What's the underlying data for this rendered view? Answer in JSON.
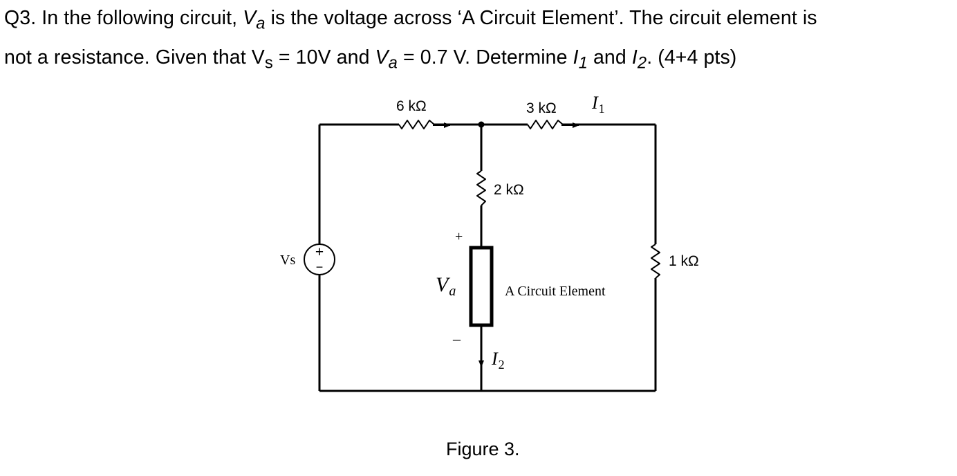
{
  "question": {
    "line1_a": "Q3. In the following circuit, ",
    "line1_va_main": "V",
    "line1_va_sub": "a",
    "line1_b": " is the voltage across ‘A Circuit Element’. The circuit element is",
    "line2_a": "not a resistance. Given that V",
    "line2_vs_sub": "s",
    "line2_b": " = 10V and ",
    "line2_va_main": "V",
    "line2_va_sub": "a",
    "line2_c": " = 0.7 V. Determine ",
    "line2_i1_main": "I",
    "line2_i1_sub": "1",
    "line2_d": " and ",
    "line2_i2_main": "I",
    "line2_i2_sub": "2",
    "line2_e": ". (4+4 pts)"
  },
  "circuit": {
    "r1_label": "6 kΩ",
    "r2_label": "3 kΩ",
    "r3_label": "2 kΩ",
    "r4_label": "1 kΩ",
    "i1_main": "I",
    "i1_sub": "1",
    "i2_main": "I",
    "i2_sub": "2",
    "source_label": "Vs",
    "source_plus": "+",
    "source_minus": "−",
    "va_main": "V",
    "va_sub": "a",
    "va_plus": "+",
    "va_minus": "–",
    "element_label": "A Circuit Element"
  },
  "figure_caption": "Figure 3."
}
